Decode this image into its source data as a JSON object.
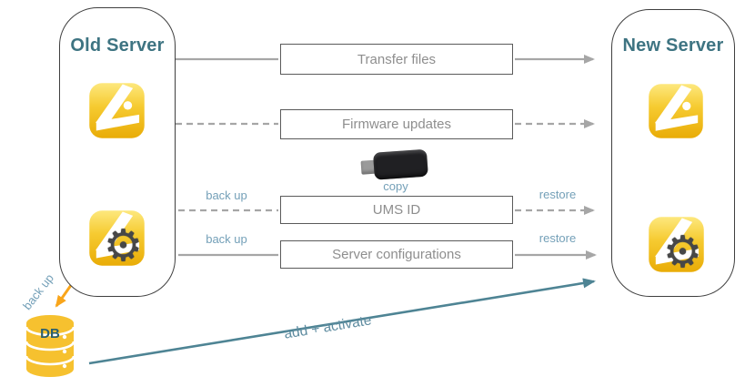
{
  "old_server": {
    "title": "Old Server"
  },
  "new_server": {
    "title": "New Server"
  },
  "rows": [
    {
      "label": "Transfer files",
      "line_style": "solid"
    },
    {
      "label": "Firmware updates",
      "line_style": "dashed"
    },
    {
      "label": "UMS ID",
      "line_style": "dashed",
      "left_label": "back up",
      "right_label": "restore"
    },
    {
      "label": "Server configurations",
      "line_style": "solid",
      "left_label": "back up",
      "right_label": "restore"
    }
  ],
  "usb": {
    "caption": "copy",
    "icon": "usb-stick-icon"
  },
  "database": {
    "label": "DB",
    "backup_label": "back up",
    "icon": "database-cylinder-icon"
  },
  "diagonal_arrow": {
    "label": "add + activate"
  },
  "icons": {
    "app": "igel-app-icon",
    "config": "igel-config-gear-icon",
    "sync": "orange-double-arrow-icon"
  },
  "colors": {
    "title_teal": "#3e7482",
    "label_blue": "#74a0b8",
    "connector_gray": "#a6a6a6",
    "box_border_gray": "#5a5a5a",
    "box_text_gray": "#8e8e8e",
    "server_border": "#3f3f3f",
    "accent_orange": "#f9a51a",
    "teal_arrow": "#4e8494",
    "icon_yellow": "#f2c12e",
    "gear_gray": "#474747"
  }
}
